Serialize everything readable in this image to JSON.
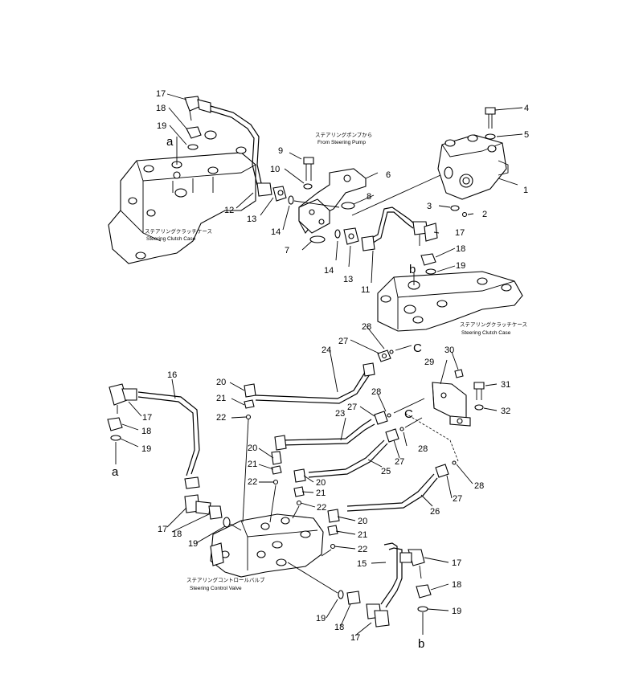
{
  "captions": {
    "pump_jp": "ステアリングポンプから",
    "pump_en": "From Steering Pump",
    "clutch1_jp": "ステアリングクラッチケース",
    "clutch1_en": "Steering Clutch Case",
    "clutch2_jp": "ステアリングクラッチケース",
    "clutch2_en": "Steering Clutch Case",
    "valve_jp": "ステアリングコントロールバルブ",
    "valve_en": "Steering Control Valve"
  },
  "letters": {
    "a_top": "a",
    "a_bottom": "a",
    "b_top": "b",
    "b_bottom": "b",
    "c_upper": "C",
    "c_lower": "C"
  },
  "part_numbers": {
    "p1": "1",
    "p2": "2",
    "p3": "3",
    "p4": "4",
    "p5": "5",
    "p6": "6",
    "p7": "7",
    "p8": "8",
    "p9": "9",
    "p10": "10",
    "p11": "11",
    "p12": "12",
    "p13a": "13",
    "p13b": "13",
    "p14a": "14",
    "p14b": "14",
    "p15": "15",
    "p16": "16",
    "p17a": "17",
    "p17b": "17",
    "p17c": "17",
    "p17d": "17",
    "p17e": "17",
    "p17f": "17",
    "p18a": "18",
    "p18b": "18",
    "p18c": "18",
    "p18d": "18",
    "p18e": "18",
    "p18f": "18",
    "p19a": "19",
    "p19b": "19",
    "p19c": "19",
    "p19d": "19",
    "p19e": "19",
    "p19f": "19",
    "p20a": "20",
    "p20b": "20",
    "p20c": "20",
    "p20d": "20",
    "p21a": "21",
    "p21b": "21",
    "p21c": "21",
    "p21d": "21",
    "p22a": "22",
    "p22b": "22",
    "p22c": "22",
    "p22d": "22",
    "p23": "23",
    "p24": "24",
    "p25": "25",
    "p26": "26",
    "p27a": "27",
    "p27b": "27",
    "p27c": "27",
    "p27d": "27",
    "p28a": "28",
    "p28b": "28",
    "p28c": "28",
    "p28d": "28",
    "p29": "29",
    "p30": "30",
    "p31": "31",
    "p32": "32"
  }
}
